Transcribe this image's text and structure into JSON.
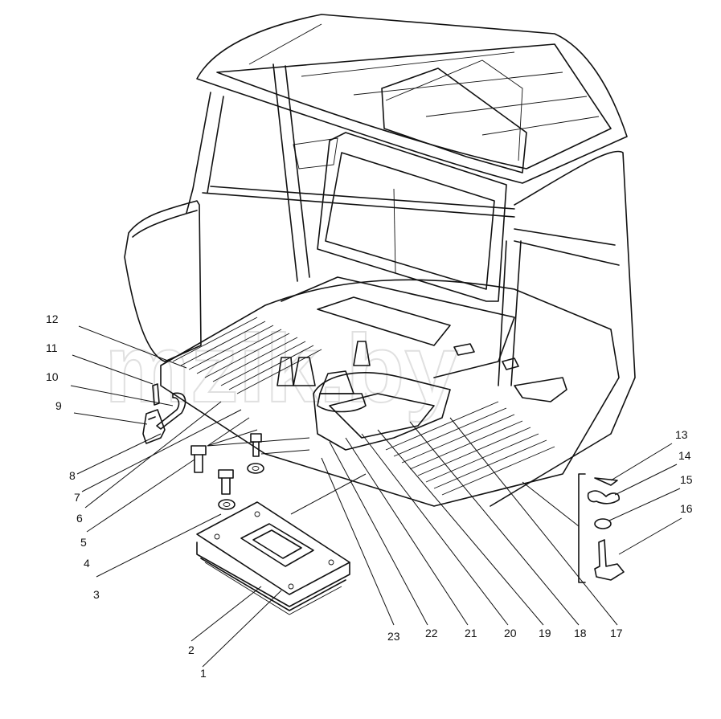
{
  "watermark": "mzik.by",
  "callouts": [
    {
      "label": "1"
    },
    {
      "label": "2"
    },
    {
      "label": "3"
    },
    {
      "label": "4"
    },
    {
      "label": "5"
    },
    {
      "label": "6"
    },
    {
      "label": "7"
    },
    {
      "label": "8"
    },
    {
      "label": "9"
    },
    {
      "label": "10"
    },
    {
      "label": "11"
    },
    {
      "label": "12"
    },
    {
      "label": "13"
    },
    {
      "label": "14"
    },
    {
      "label": "15"
    },
    {
      "label": "16"
    },
    {
      "label": "17"
    },
    {
      "label": "18"
    },
    {
      "label": "19"
    },
    {
      "label": "20"
    },
    {
      "label": "21"
    },
    {
      "label": "22"
    },
    {
      "label": "23"
    }
  ]
}
